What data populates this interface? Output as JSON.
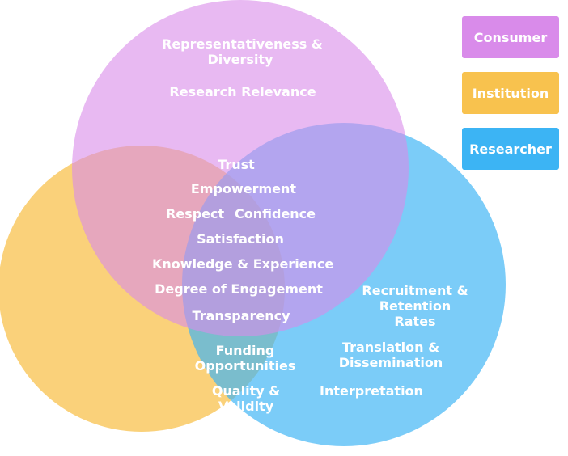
{
  "legend": [
    {
      "label": "Consumer",
      "color": "#d98bea"
    },
    {
      "label": "Institution",
      "color": "#f8c24e"
    },
    {
      "label": "Researcher",
      "color": "#3cb4f4"
    }
  ],
  "circles": {
    "consumer": {
      "color": "#d98bea"
    },
    "institution": {
      "color": "#f8c24e"
    },
    "researcher": {
      "color": "#3cb4f4"
    }
  },
  "consumer_only": {
    "item1_line1": "Representativeness &",
    "item1_line2": "Diversity",
    "item2": "Research Relevance"
  },
  "center": {
    "trust": "Trust",
    "empowerment": "Empowerment",
    "respect": "Respect",
    "confidence": "Confidence",
    "satisfaction": "Satisfaction",
    "knowledge": "Knowledge & Experience",
    "engagement": "Degree of Engagement",
    "transparency": "Transparency"
  },
  "institution_researcher": {
    "funding_line1": "Funding",
    "funding_line2": "Opportunities",
    "quality_line1": "Quality &",
    "quality_line2": "Validity"
  },
  "researcher_only": {
    "recruit_line1": "Recruitment &",
    "recruit_line2": "Retention",
    "recruit_line3": "Rates",
    "translation_line1": "Translation &",
    "translation_line2": "Dissemination",
    "interpretation": "Interpretation"
  }
}
